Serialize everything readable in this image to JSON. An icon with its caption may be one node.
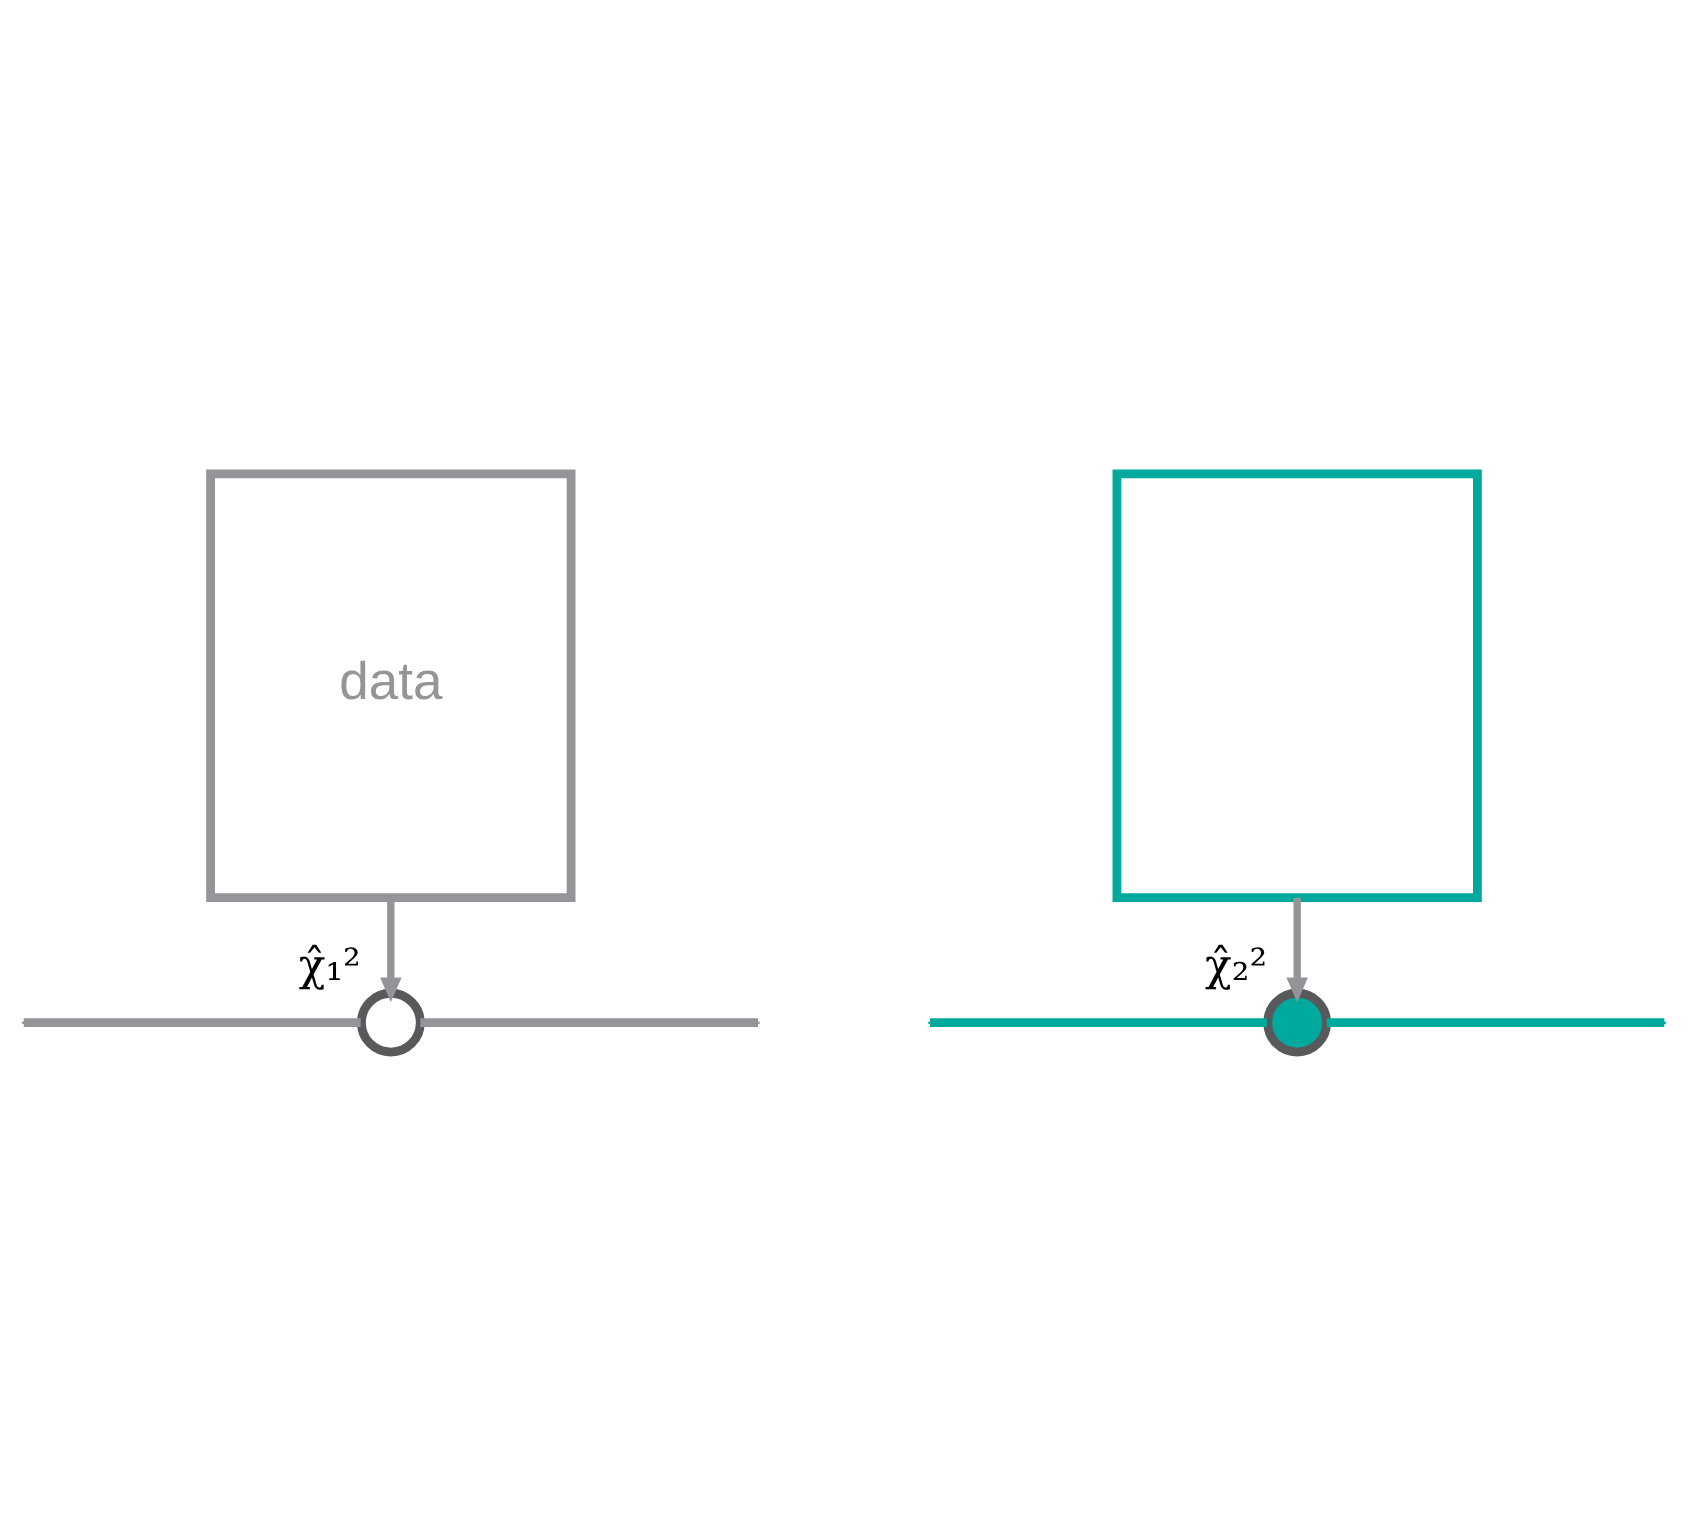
{
  "diagram": {
    "nodes": [
      {
        "text": [
          "data"
        ]
      },
      {
        "text": [],
        "shape": "box"
      },
      {
        "text": [],
        "shape": "circle",
        "beside": [
          "χ̂₁²"
        ]
      },
      {
        "text": [],
        "shape": "circle",
        "beside": [
          "χ̂₂²"
        ]
      }
    ],
    "edges": [
      {
        "from": 0,
        "to": 2,
        "arrow": "to"
      },
      {
        "from": 1,
        "to": 3,
        "arrow": "to"
      }
    ]
  }
}
